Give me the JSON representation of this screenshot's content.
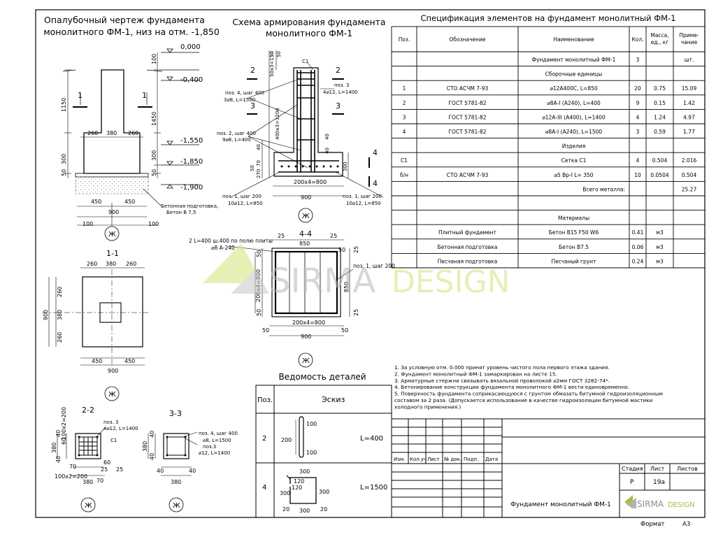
{
  "titles": {
    "formwork": [
      "Опалубочный чертеж фундамента",
      "монолитного ФМ-1, низ на отм. -1,850"
    ],
    "reinforcement": [
      "Схема армирования фундамента",
      "монолитного ФМ-1"
    ],
    "spec": "Спецификация элементов на фундамент монолитный ФМ-1",
    "details": "Ведомость деталей"
  },
  "formwork_labels": {
    "levels": [
      "0,000",
      "-0,400",
      "-1,550",
      "-1,850",
      "-1,900"
    ],
    "dims_top": [
      "260",
      "380",
      "260"
    ],
    "dims_bottom": [
      "450",
      "450",
      "900",
      "100",
      "100"
    ],
    "dims_left": [
      "1150",
      "300",
      "50"
    ],
    "dims_right": [
      "1450",
      "100",
      "300",
      "50"
    ],
    "section_marks": [
      "1",
      "1"
    ],
    "prep_note": [
      "Бетонная подготовка,",
      "Бетон В 7,5"
    ],
    "axis": "Ж"
  },
  "section_11": {
    "title": "1-1",
    "dims_top": [
      "260",
      "380",
      "260"
    ],
    "dims_bottom": [
      "450",
      "450",
      "900"
    ],
    "dims_left": [
      "260",
      "380",
      "260",
      "900"
    ],
    "axis": "Ж"
  },
  "section_22": {
    "title": "2-2",
    "leaders": [
      "поз. 3",
      "4⌀12, L=1400",
      "С1"
    ],
    "dims": [
      "380",
      "60",
      "60",
      "25",
      "25",
      "100x2=200",
      "70",
      "70",
      "380",
      "100x2=200",
      "40",
      "40"
    ],
    "axis": "Ж"
  },
  "section_33": {
    "title": "3-3",
    "leaders": [
      "поз. 4, шаг 400",
      "⌀8, L=1500",
      "поз.3",
      "⌀12, L=1400"
    ],
    "dims": [
      "380",
      "40",
      "40",
      "380",
      "40",
      "40"
    ],
    "axis": "Ж"
  },
  "reinf_labels": {
    "c1": "С1",
    "pos3": [
      "поз. 3",
      "4⌀12, L=1400"
    ],
    "pos4": [
      "поз. 4, шаг 400",
      "3⌀8, L=1500"
    ],
    "pos2": [
      "поз. 2, шаг 400",
      "9⌀8, L=400"
    ],
    "pos1_left": [
      "поз. 1, шаг 200",
      "10⌀12, L=850"
    ],
    "pos1_right": [
      "поз. 1, шаг 200",
      "10⌀12, L=850"
    ],
    "dims_top": [
      "50x3=150",
      "50",
      "50"
    ],
    "dims_left": [
      "400x3=1200",
      "40",
      "70",
      "270",
      "50"
    ],
    "dims_right": [
      "40",
      "300",
      "40"
    ],
    "dims_bottom": [
      "200x4=800",
      "900"
    ],
    "marks": [
      "2",
      "2",
      "3",
      "3",
      "4",
      "4"
    ],
    "axis": "Ж"
  },
  "section_44": {
    "title": "4-4",
    "leaders": [
      "2 L=400 ш.400 по полю плиты",
      "⌀8 А-240",
      "поз. 1, шаг 200"
    ],
    "dims": [
      "25",
      "850",
      "25",
      "25",
      "200x4=800",
      "900",
      "50",
      "50",
      "50",
      "50",
      "850",
      "25",
      "200x4=800",
      "50"
    ],
    "axis": "Ж"
  },
  "spec_table": {
    "headers": [
      "Поз.",
      "Обозначение",
      "Наименование",
      "Кол.",
      "Масса, ед., кг",
      "Приме-чание"
    ],
    "rows": [
      [
        "",
        "",
        "Фундамент монолитный ФМ-1",
        "3",
        "",
        "шт."
      ],
      [
        "",
        "",
        "Сборочные единицы",
        "",
        "",
        ""
      ],
      [
        "1",
        "СТО АСЧМ 7-93",
        "⌀12А400С, L=850",
        "20",
        "0.75",
        "15.09"
      ],
      [
        "2",
        "ГОСТ 5781-82",
        "⌀8А-I (А240), L=400",
        "9",
        "0.15",
        "1.42"
      ],
      [
        "3",
        "ГОСТ 5781-82",
        "⌀12А-III (А400), L=1400",
        "4",
        "1.24",
        "4.97"
      ],
      [
        "4",
        "ГОСТ 5781-82",
        "⌀8А-I (А240), L=1500",
        "3",
        "0.59",
        "1.77"
      ],
      [
        "",
        "",
        "Изделия",
        "",
        "",
        ""
      ],
      [
        "С1",
        "",
        "Сетка С1",
        "4",
        "0.504",
        "2.016"
      ],
      [
        "б/н",
        "СТО АСЧМ 7-93",
        "⌀5 Вр-I L= 350",
        "10",
        "0.0504",
        "0.504"
      ],
      [
        "",
        "",
        "Всего металла:",
        "",
        "",
        "25.27"
      ],
      [
        "",
        "",
        "",
        "",
        "",
        ""
      ],
      [
        "",
        "",
        "Материалы",
        "",
        "",
        ""
      ],
      [
        "",
        "Плитный фундамент",
        "Бетон В15 F50 W6",
        "0.41",
        "м3",
        ""
      ],
      [
        "",
        "Бетонная подготовка",
        "Бетон В7.5",
        "0.06",
        "м3",
        ""
      ],
      [
        "",
        "Песчаная подготовка",
        "Песчаный грунт",
        "0.24",
        "м3",
        ""
      ]
    ]
  },
  "notes": [
    "1. За условную отм. 0.000 принят уровень чистого пола первого этажа здания.",
    "2. Фундамент монолитный ФМ-1 замаркирован на листе 15.",
    "3. Арматурные стержни связывать вязальной проволокой ⌀2мм ГОСТ 3282-74*.",
    "4. Бетонирование конструкции фундамента монолитного ФМ-1 вести единовременно.",
    "5. Поверхность фундамента соприкасающуюся с грунтом обмазать битумной гидроизоляционным",
    "составом за 2 раза. (Допускается использование в качестве гидроизоляции битумной мастики",
    "холодного применения.)"
  ],
  "details_table": {
    "headers": [
      "Поз.",
      "Эскиз"
    ],
    "rows": [
      {
        "pos": "2",
        "dims": [
          "200",
          "100",
          "100"
        ],
        "length": "L=400"
      },
      {
        "pos": "4",
        "dims": [
          "300",
          "120",
          "120",
          "300",
          "300",
          "300",
          "20",
          "20"
        ],
        "length": "L=1500"
      }
    ]
  },
  "stamp": {
    "col_labels": [
      "Изм.",
      "Кол.уч",
      "Лист",
      "№ док.",
      "Подп.",
      "Дата"
    ],
    "stage_label": "Стадия",
    "sheet_label": "Лист",
    "sheets_label": "Листов",
    "stage": "Р",
    "sheet": "19а",
    "name": "Фундамент монолитный ФМ-1",
    "logo_a": "SIRMA",
    "logo_b": "DESIGN",
    "format_label": "Формат",
    "format": "А3"
  },
  "watermark": {
    "a": "SIRMA",
    "b": "DESIGN"
  },
  "colors": {
    "line": "#000000",
    "watermark_green": "#c8dc5a",
    "watermark_gray": "#bdbdbd"
  }
}
